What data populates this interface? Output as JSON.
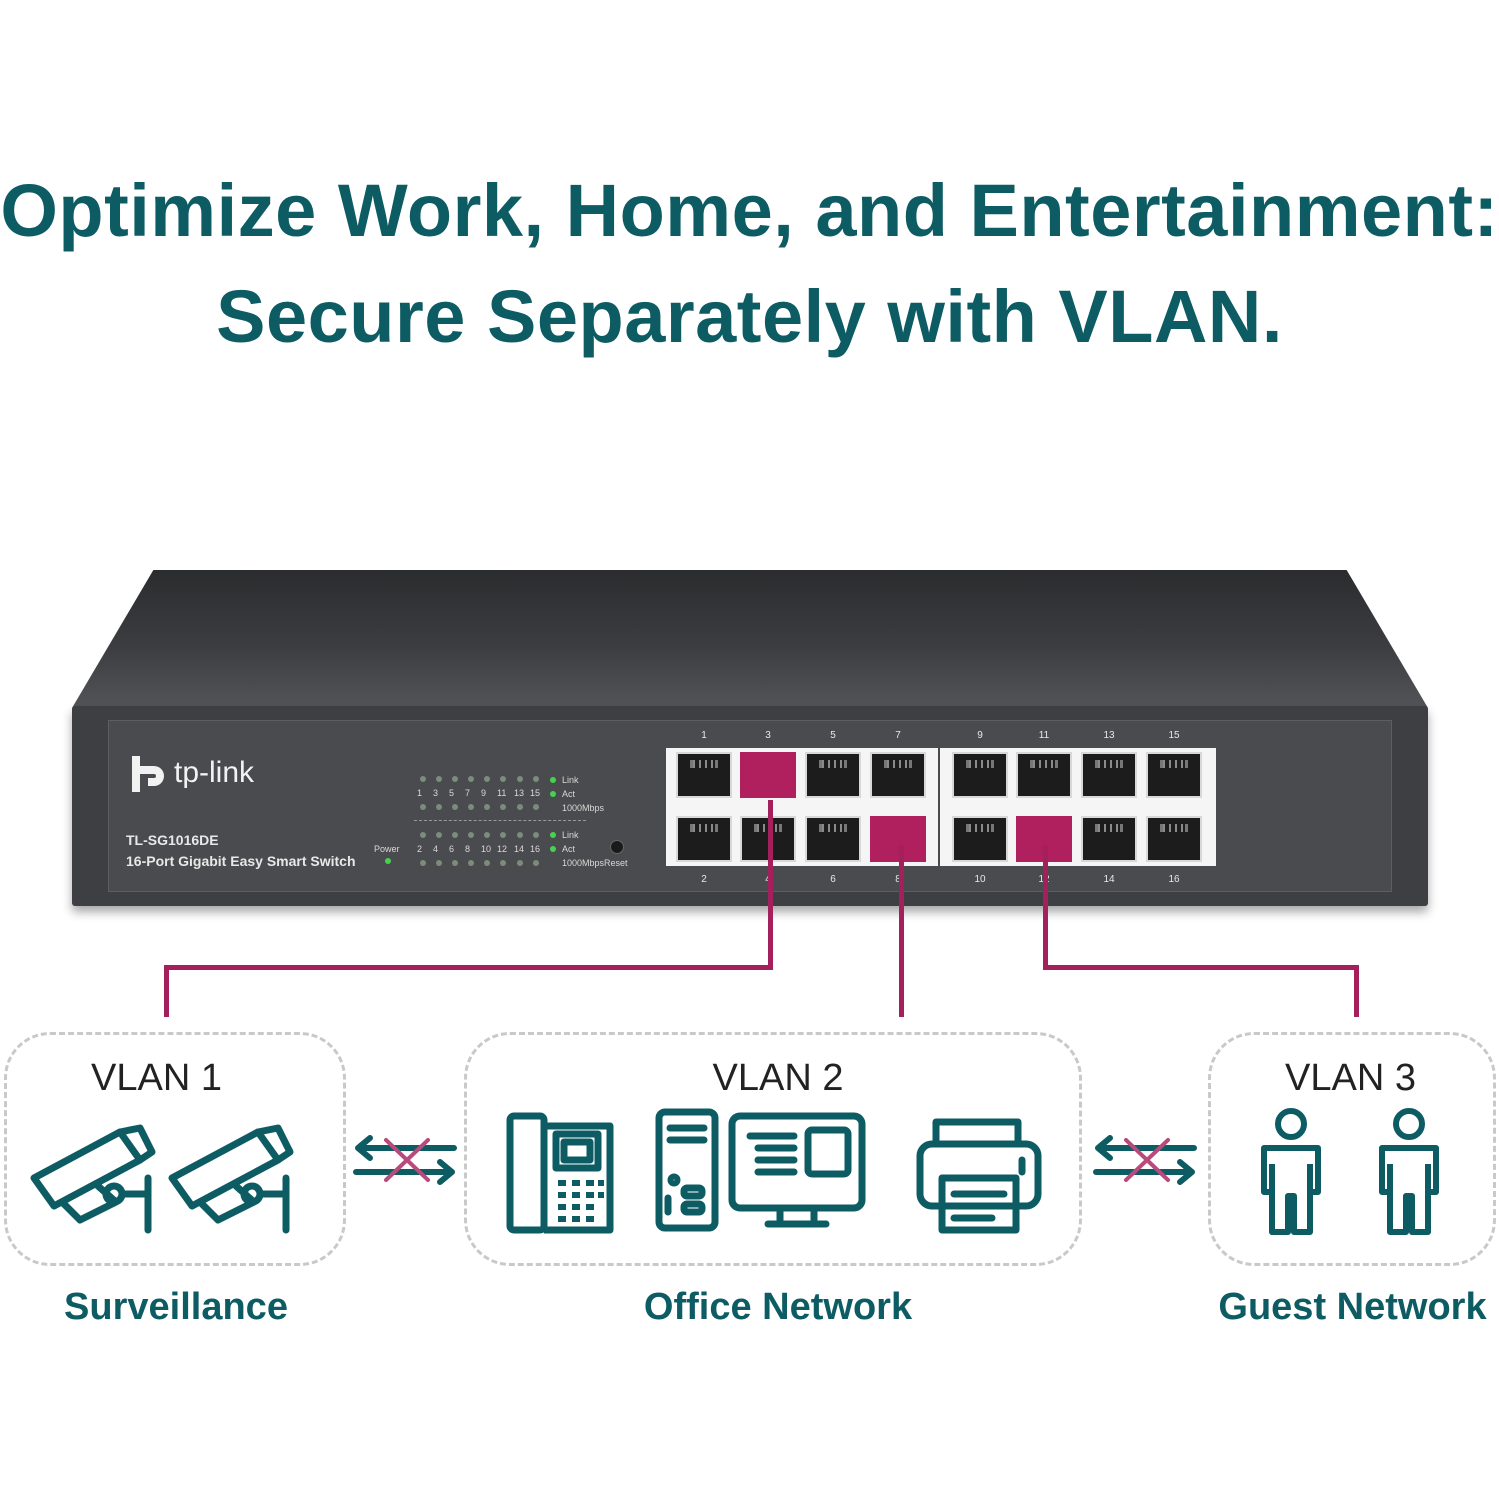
{
  "headline": {
    "line1": "Optimize Work, Home, and Entertainment:",
    "line2": "Secure Separately with VLAN."
  },
  "switch": {
    "brand": "tp-link",
    "model": "TL-SG1016DE",
    "description": "16-Port Gigabit Easy Smart Switch",
    "power_label": "Power",
    "reset_label": "Reset",
    "led_legend_top": [
      "Link",
      "Act",
      "1000Mbps"
    ],
    "led_legend_bottom": [
      "Link",
      "Act",
      "1000Mbps"
    ],
    "led_numbers_top": [
      "1",
      "3",
      "5",
      "7",
      "9",
      "11",
      "13",
      "15"
    ],
    "led_numbers_bottom": [
      "2",
      "4",
      "6",
      "8",
      "10",
      "12",
      "14",
      "16"
    ],
    "port_labels_top": [
      "1",
      "3",
      "5",
      "7",
      "9",
      "11",
      "13",
      "15"
    ],
    "port_labels_bottom": [
      "2",
      "4",
      "6",
      "8",
      "10",
      "12",
      "14",
      "16"
    ],
    "highlighted_ports": [
      "3",
      "8",
      "12"
    ]
  },
  "groups": [
    {
      "vlan": "VLAN 1",
      "name": "Surveillance",
      "icons": [
        "security-camera-icon",
        "security-camera-icon"
      ]
    },
    {
      "vlan": "VLAN 2",
      "name": "Office Network",
      "icons": [
        "desk-phone-icon",
        "desktop-computer-icon",
        "printer-icon"
      ]
    },
    {
      "vlan": "VLAN 3",
      "name": "Guest Network",
      "icons": [
        "person-icon",
        "person-icon"
      ]
    }
  ],
  "colors": {
    "headline": "#0d5c63",
    "accent": "#a4205d",
    "icon": "#0d5c63",
    "blocked_x": "#b94a7c"
  }
}
